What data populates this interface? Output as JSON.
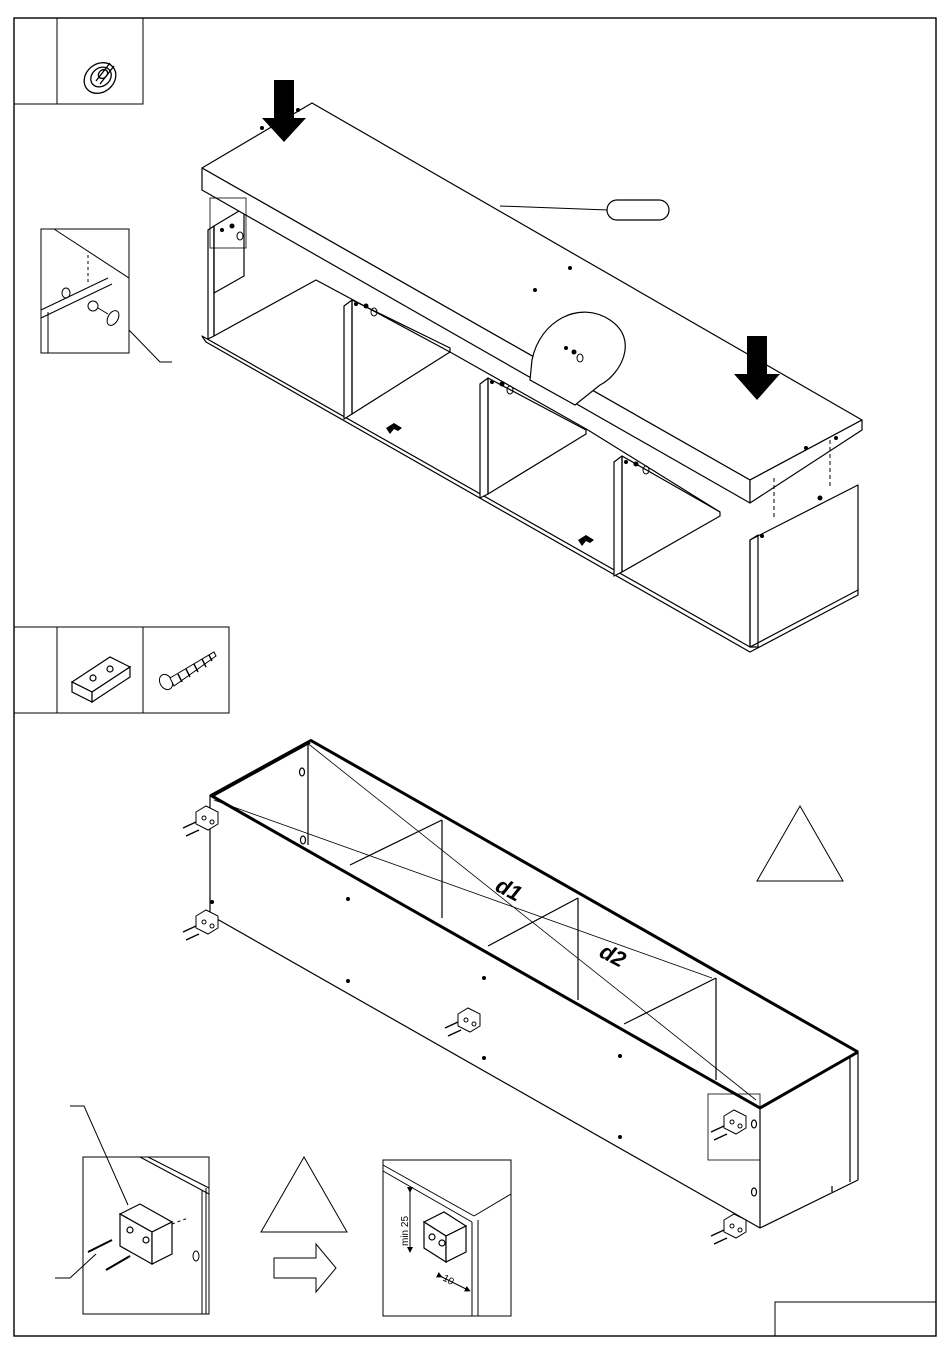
{
  "labels": {
    "diagonal_1": "d1",
    "diagonal_2": "d2",
    "min_distance": "min 25",
    "edge_distance": "10"
  },
  "steps": {
    "top": {
      "parts": [
        "cam-lock-icon"
      ]
    },
    "bottom": {
      "parts": [
        "plastic-bracket-icon",
        "wood-screw-icon"
      ]
    }
  }
}
